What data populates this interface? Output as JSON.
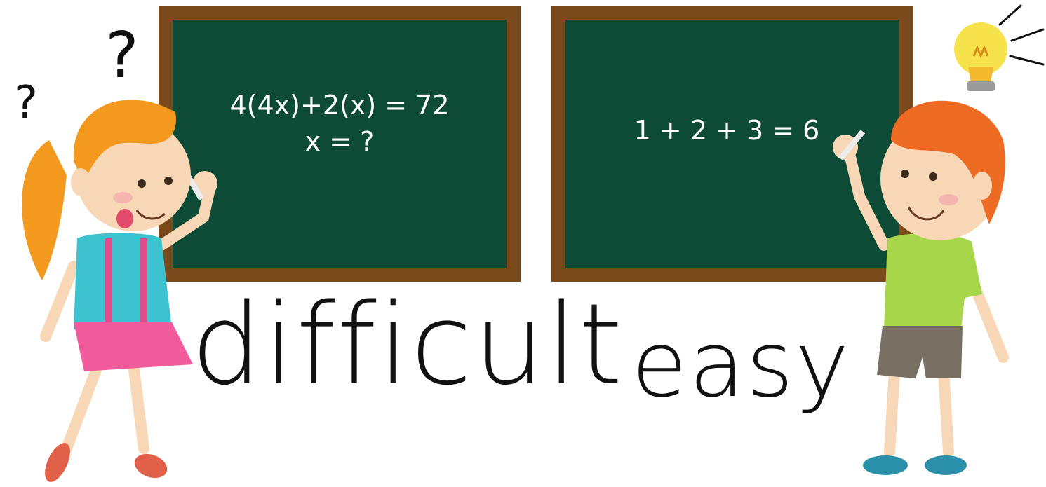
{
  "boards": {
    "left": {
      "line1": "4(4x)+2(x) = 72",
      "line2": "x = ?"
    },
    "right": {
      "line1": "1 + 2 + 3 = 6"
    }
  },
  "words": {
    "left": "difficult",
    "right": "easy"
  },
  "marks": {
    "question": "?"
  },
  "colors": {
    "board_green": "#0e4b36",
    "board_frame": "#7a4a1c",
    "girl_hair": "#f39a1e",
    "boy_hair": "#ee6b24",
    "girl_shirt": "#3dc3cf",
    "girl_skirt": "#f25b9b",
    "boy_shirt": "#a8d64a",
    "boy_shorts": "#777063",
    "skin": "#f7d7b5",
    "bulb": "#f6e24a"
  }
}
